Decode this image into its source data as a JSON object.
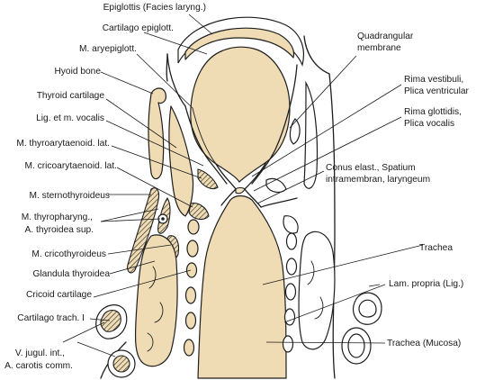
{
  "labels": {
    "epiglottis": "Epiglottis (Facies laryng.)",
    "cartilago_epiglott": "Cartilago epiglott.",
    "m_aryepiglott": "M. aryepiglott.",
    "hyoid_bone": "Hyoid bone",
    "thyroid_cartilage": "Thyroid cartilage",
    "lig_vocalis": "Lig. et m. vocalis",
    "m_thyroarytaenoid": "M. thyroarytaenoid. lat.",
    "m_cricoarytaenoid": "M. cricoarytaenoid. lat.",
    "m_sternothyroideus": "M. sternothyroideus",
    "m_thyropharyng_1": "M. thyropharyng.,",
    "m_thyropharyng_2": "A. thyroidea sup.",
    "m_cricothyroideus": "M. cricothyroideus",
    "glandula_thyroidea": "Glandula thyroidea",
    "cricoid_cartilage": "Cricoid cartilage",
    "cartilago_trach": "Cartilago trach. I",
    "v_jugul_1": "V. jugul. int.,",
    "v_jugul_2": "A. carotis comm.",
    "quadrangular_1": "Quadrangular",
    "quadrangular_2": "membrane",
    "rima_vestibuli_1": "Rima vestibuli,",
    "rima_vestibuli_2": "Plica ventricular",
    "rima_glottidis_1": "Rima glottidis,",
    "rima_glottidis_2": "Plica vocalis",
    "conus_1": "Conus elast., Spatium",
    "conus_2": "intramembran, laryngeum",
    "trachea": "Trachea",
    "lam_propria": "Lam. propria (Lig.)",
    "trachea_mucosa": "Trachea (Mucosa)"
  },
  "colors": {
    "tissue_tan": "#f0dcb4",
    "ink": "#1e1e1e",
    "background": "#ffffff"
  }
}
